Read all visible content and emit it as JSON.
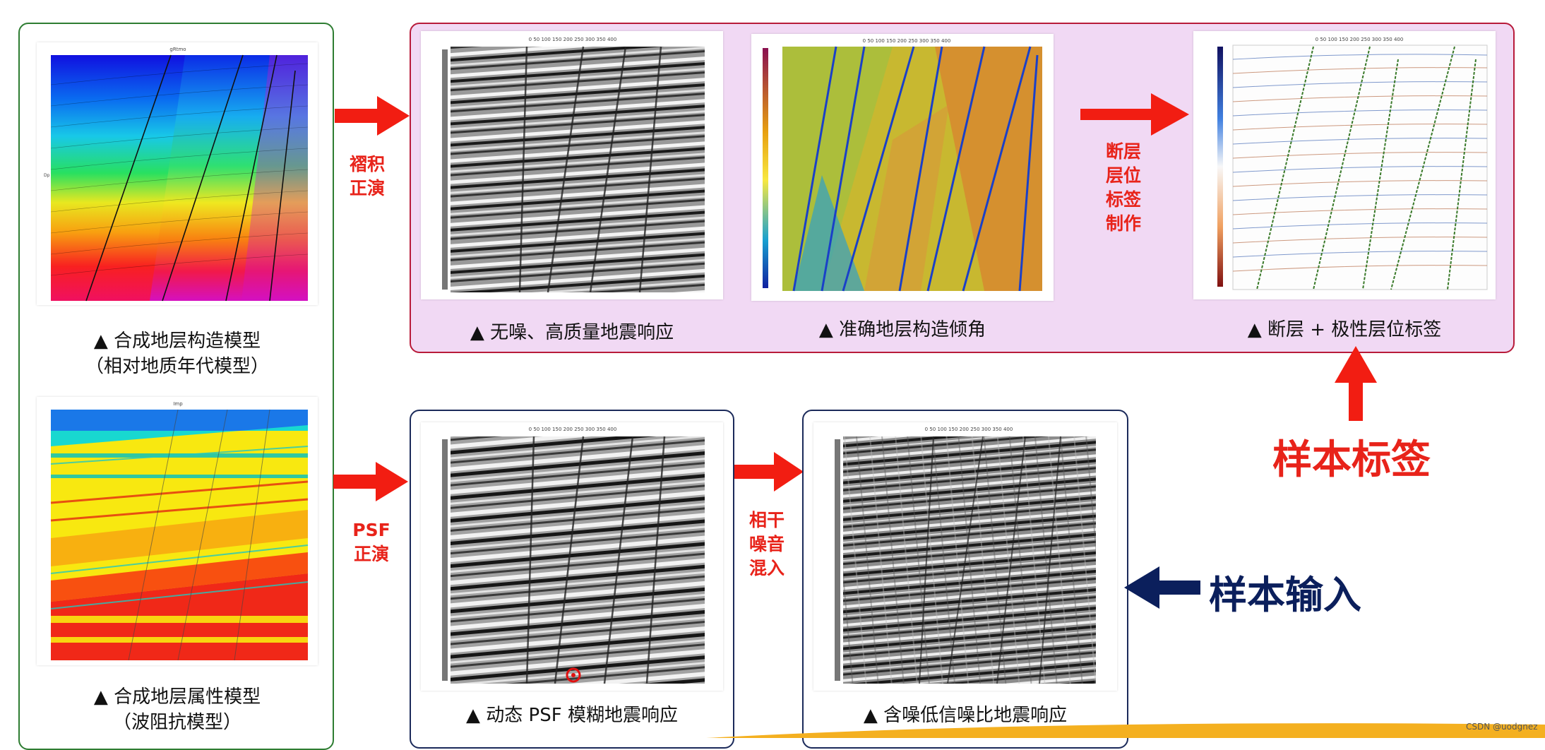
{
  "colors": {
    "red_arrow": "#f21d12",
    "navy_arrow": "#0b1f5c",
    "green_border": "#2e7d32",
    "top_border": "#b81b3a",
    "top_fill": "#f1d9f4",
    "navy_border": "#1b2a5a"
  },
  "left_panel": {
    "model1_caption_l1": "▲ 合成地层构造模型",
    "model1_caption_l2": "（相对地质年代模型）",
    "model2_caption_l1": "▲ 合成地层属性模型",
    "model2_caption_l2": "（波阻抗模型）"
  },
  "arrows": {
    "convolution_label": "褶积\n正演",
    "psf_label": "PSF\n正演",
    "noise_label": "相干\n噪音\n混入",
    "label_make_label": "断层\n层位\n标签\n制作"
  },
  "top_panel": {
    "captions": [
      "▲ 无噪、高质量地震响应",
      "▲ 准确地层构造倾角",
      "▲ 断层 + 极性层位标签"
    ]
  },
  "bottom_panel": {
    "psf_caption": "▲ 动态 PSF 模糊地震响应",
    "noisy_caption": "▲ 含噪低信噪比地震响应"
  },
  "sample_label_text": "样本标签",
  "sample_input_text": "样本输入",
  "watermark": "CSDN @uodgnez"
}
